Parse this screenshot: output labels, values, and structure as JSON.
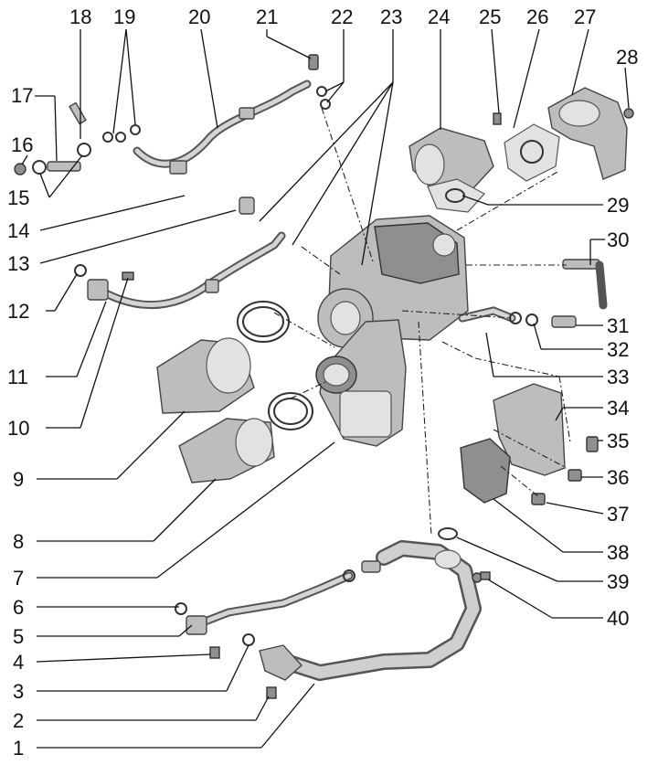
{
  "callouts": [
    {
      "id": "1",
      "text": "1"
    },
    {
      "id": "2",
      "text": "2"
    },
    {
      "id": "3",
      "text": "3"
    },
    {
      "id": "4",
      "text": "4"
    },
    {
      "id": "5",
      "text": "5"
    },
    {
      "id": "6",
      "text": "6"
    },
    {
      "id": "7",
      "text": "7"
    },
    {
      "id": "8",
      "text": "8"
    },
    {
      "id": "9",
      "text": "9"
    },
    {
      "id": "10",
      "text": "10"
    },
    {
      "id": "11",
      "text": "11"
    },
    {
      "id": "12",
      "text": "12"
    },
    {
      "id": "13",
      "text": "13"
    },
    {
      "id": "14",
      "text": "14"
    },
    {
      "id": "15",
      "text": "15"
    },
    {
      "id": "16",
      "text": "16"
    },
    {
      "id": "17",
      "text": "17"
    },
    {
      "id": "18",
      "text": "18"
    },
    {
      "id": "19",
      "text": "19"
    },
    {
      "id": "20",
      "text": "20"
    },
    {
      "id": "21",
      "text": "21"
    },
    {
      "id": "22",
      "text": "22"
    },
    {
      "id": "23",
      "text": "23"
    },
    {
      "id": "24",
      "text": "24"
    },
    {
      "id": "25",
      "text": "25"
    },
    {
      "id": "26",
      "text": "26"
    },
    {
      "id": "27",
      "text": "27"
    },
    {
      "id": "28",
      "text": "28"
    },
    {
      "id": "29",
      "text": "29"
    },
    {
      "id": "30",
      "text": "30"
    },
    {
      "id": "31",
      "text": "31"
    },
    {
      "id": "32",
      "text": "32"
    },
    {
      "id": "33",
      "text": "33"
    },
    {
      "id": "34",
      "text": "34"
    },
    {
      "id": "35",
      "text": "35"
    },
    {
      "id": "36",
      "text": "36"
    },
    {
      "id": "37",
      "text": "37"
    },
    {
      "id": "38",
      "text": "38"
    },
    {
      "id": "39",
      "text": "39"
    },
    {
      "id": "40",
      "text": "40"
    }
  ]
}
